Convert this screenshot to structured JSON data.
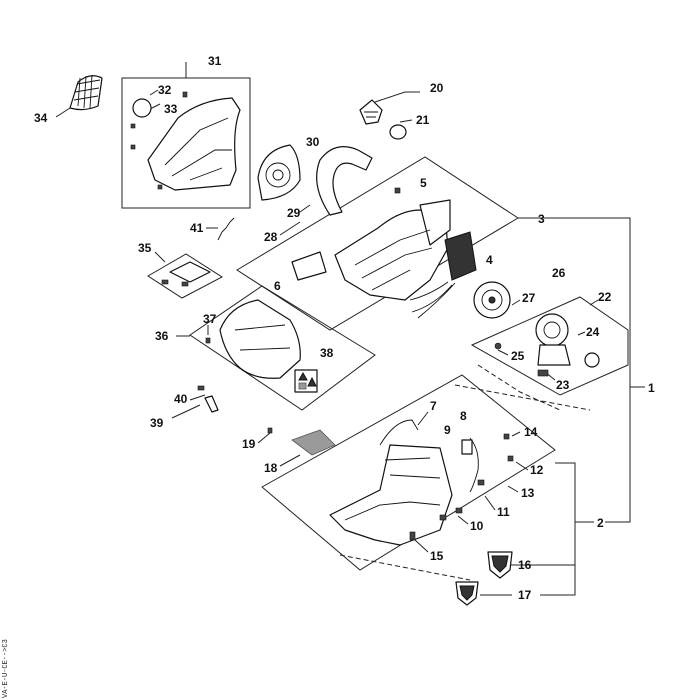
{
  "diagram": {
    "callouts": [
      "1",
      "2",
      "3",
      "4",
      "5",
      "6",
      "7",
      "8",
      "9",
      "10",
      "11",
      "12",
      "13",
      "14",
      "15",
      "16",
      "17",
      "18",
      "19",
      "20",
      "21",
      "22",
      "23",
      "24",
      "25",
      "26",
      "27",
      "28",
      "29",
      "30",
      "31",
      "32",
      "33",
      "34",
      "35",
      "36",
      "37",
      "38",
      "39",
      "40",
      "41"
    ],
    "side_code": "VA-E-U-CE-->C3"
  }
}
